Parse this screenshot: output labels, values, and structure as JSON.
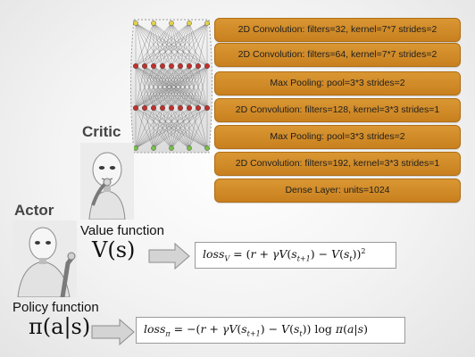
{
  "critic_label": "Critic",
  "actor_label": "Actor",
  "value_function_label": "Value function",
  "policy_function_label": "Policy function",
  "value_symbol": "V(s)",
  "policy_symbol": "π(a|s)",
  "layers": [
    "2D Convolution: filters=32, kernel=7*7 strides=2",
    "2D Convolution: filters=64, kernel=7*7 strides=2",
    "Max Pooling:  pool=3*3 strides=2",
    "2D Convolution: filters=128, kernel=3*3 strides=1",
    "Max Pooling:  pool=3*3 strides=2",
    "2D Convolution: filters=192, kernel=3*3 strides=1",
    "Dense Layer: units=1024"
  ],
  "colors": {
    "layer_box": "#d08a28",
    "node_red": "#c0322e",
    "node_green": "#7bbf4a",
    "node_yellow": "#e3d24a",
    "arrow": "#c8c8c8"
  }
}
